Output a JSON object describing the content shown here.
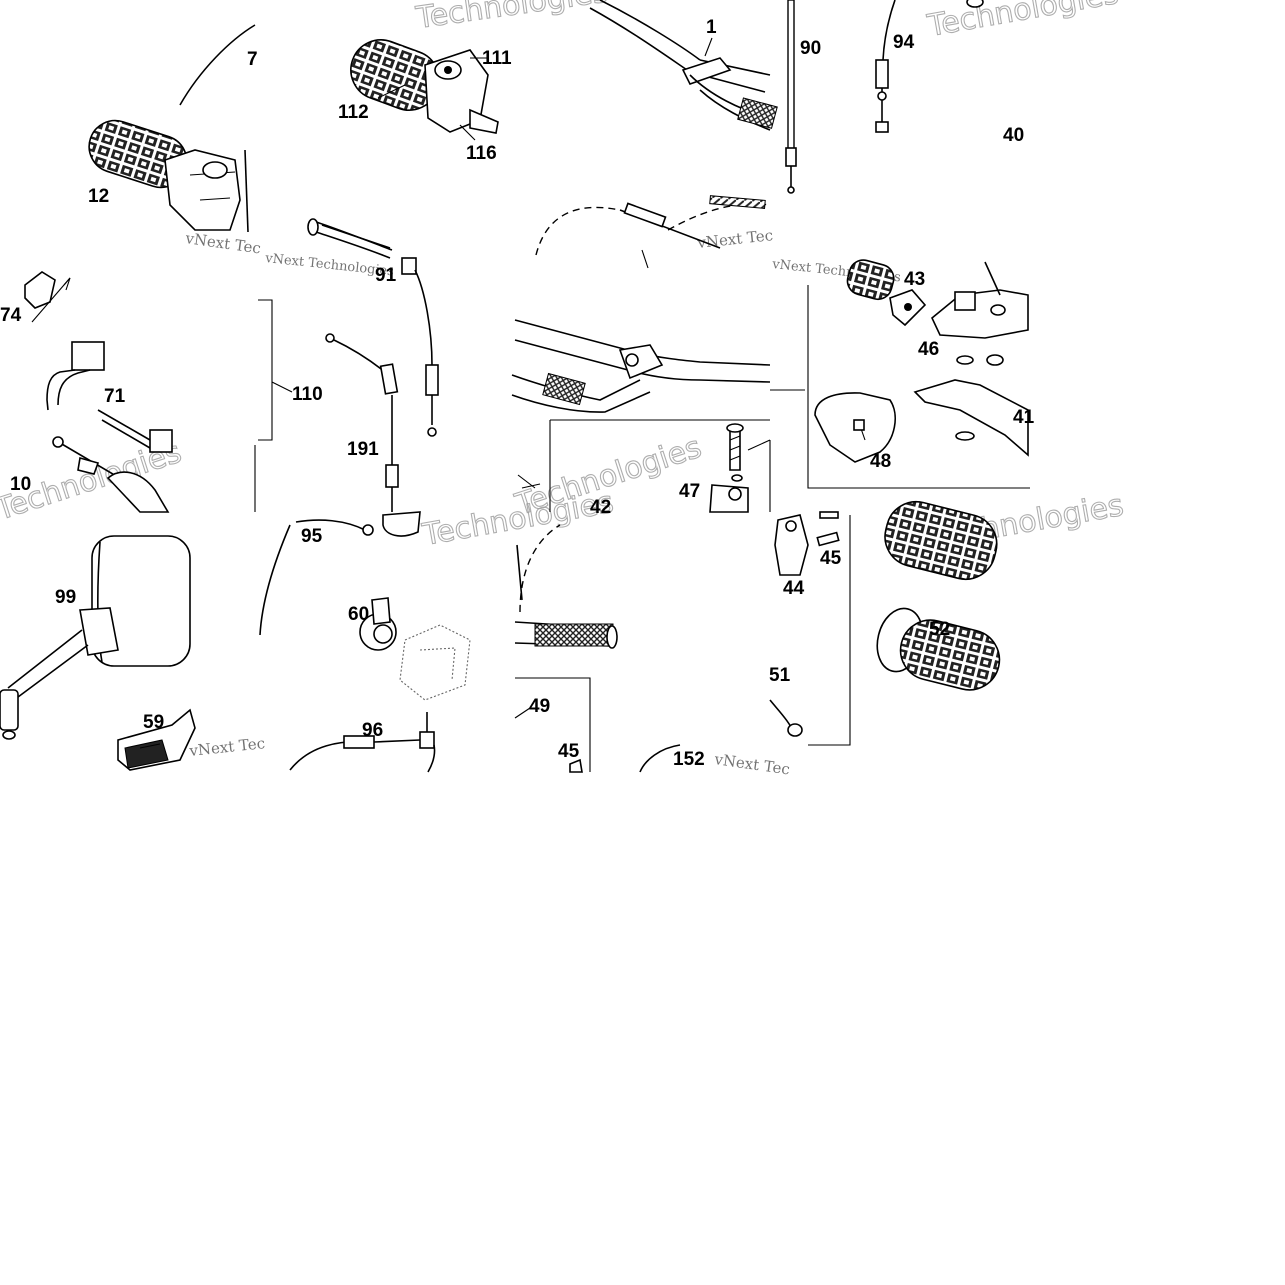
{
  "callouts": [
    "7",
    "111",
    "112",
    "116",
    "1",
    "90",
    "94",
    "40",
    "12",
    "91",
    "74",
    "71",
    "110",
    "10",
    "191",
    "43",
    "46",
    "47",
    "41",
    "48",
    "42",
    "95",
    "99",
    "60",
    "44",
    "45",
    "52",
    "59",
    "96",
    "49",
    "152",
    "51"
  ],
  "watermarks": {
    "outline_text": "Technologies",
    "serif_text_1": "vNext Technologies",
    "serif_text_2": "vNext Tec"
  },
  "colors": {
    "line": "#000000",
    "background": "#ffffff",
    "watermark": "#9a9a9a"
  }
}
